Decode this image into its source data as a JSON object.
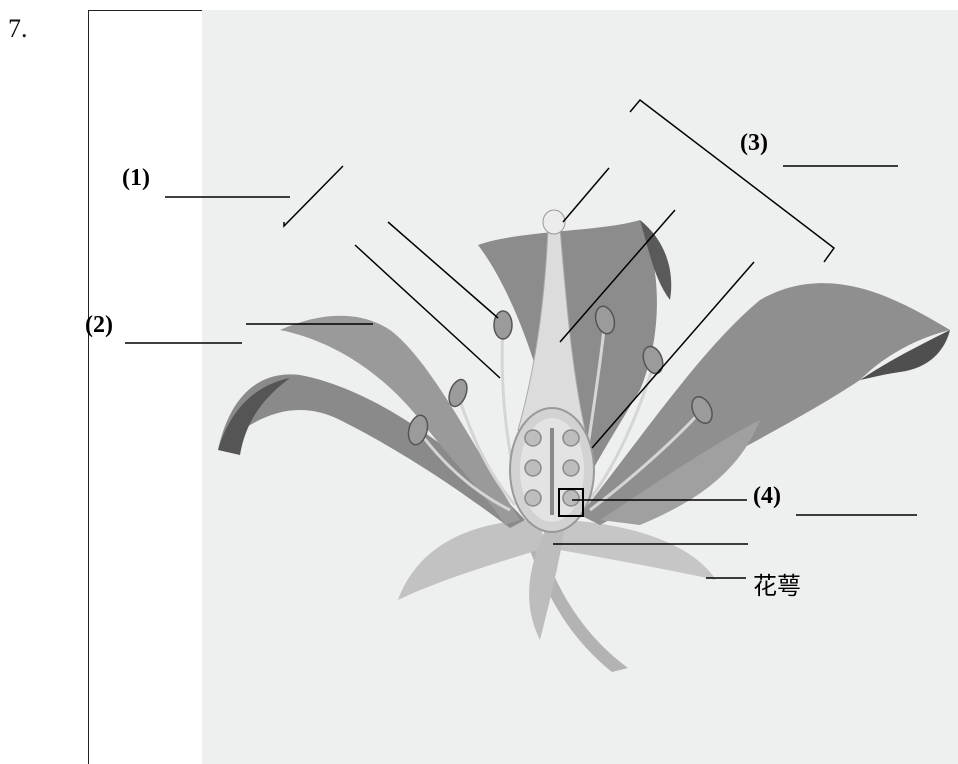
{
  "question_number": "7.",
  "labels": {
    "l1": "(1)",
    "l2": "(2)",
    "l3": "(3)",
    "l4": "(4)",
    "sepal": "花萼"
  }
}
